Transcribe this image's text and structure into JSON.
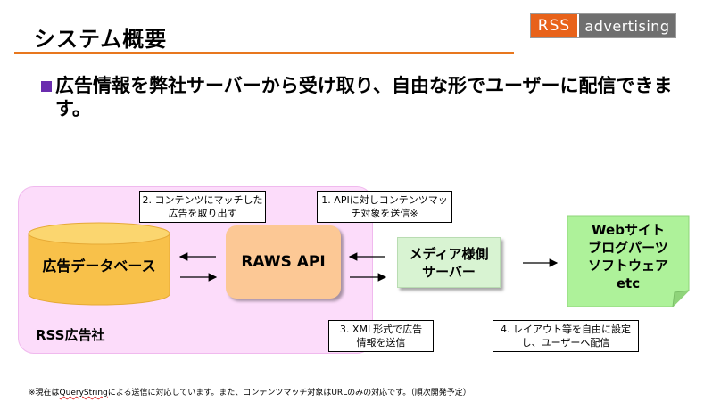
{
  "header": {
    "title": "システム概要",
    "logo": {
      "part1": "RSS",
      "part2": "advertising"
    }
  },
  "statement": "広告情報を弊社サーバーから受け取り、自由な形でユーザーに配信できます。",
  "diagram": {
    "company_label": "RSS広告社",
    "database_label": "広告データベース",
    "api_label": "RAWS API",
    "media_server": {
      "line1": "メディア様側",
      "line2": "サーバー"
    },
    "website": {
      "line1": "Webサイト",
      "line2": "ブログパーツ",
      "line3": "ソフトウェア",
      "line4": "etc"
    },
    "callouts": {
      "c1": {
        "line1": "2. コンテンツにマッチした",
        "line2": "広告を取り出す"
      },
      "c2": {
        "line1": "1. APIに対しコンテンツマッ",
        "line2": "チ対象を送信※"
      },
      "c3": {
        "line1": "3. XML形式で広告",
        "line2": "情報を送信"
      },
      "c4": {
        "line1": "4. レイアウト等を自由に設定",
        "line2": "し、ユーザーへ配信"
      }
    }
  },
  "footnote": {
    "before": "※現在は",
    "highlight": "QueryString",
    "after": "による送信に対応しています。また、コンテンツマッチ対象はURLのみの対応です。（順次開発予定）"
  },
  "colors": {
    "accent_orange": "#e8771e",
    "region_pink": "#fcdcfa",
    "database_yellow": "#f8c14a",
    "api_peach": "#fcc895",
    "server_green": "#d8f3d2",
    "web_green": "#aef29a"
  }
}
